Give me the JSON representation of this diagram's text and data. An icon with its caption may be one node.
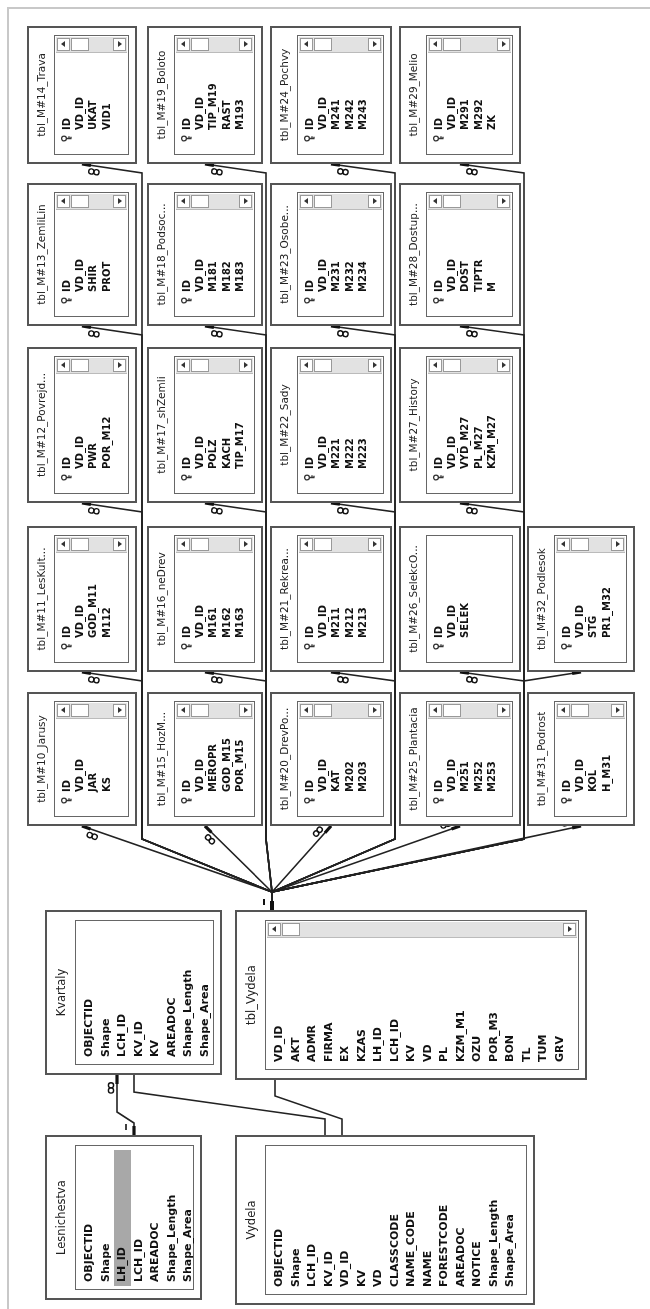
{
  "diagram": {
    "nodes": [
      {
        "text": [
          "Lesnichestva",
          "OBJECTID",
          "Shape",
          "LH_ID",
          "LCH_ID",
          "AREADOC",
          "Shape_Length",
          "Shape_Area"
        ]
      },
      {
        "text": [
          "Kvartaly",
          "OBJECTID",
          "Shape",
          "LCH_ID",
          "KV_ID",
          "KV",
          "AREADOC",
          "Shape_Length",
          "Shape_Area"
        ]
      },
      {
        "text": [
          "Vydela",
          "OBJECTID",
          "Shape",
          "LCH_ID",
          "KV_ID",
          "VD_ID",
          "KV",
          "VD",
          "CLASSCODE",
          "NAME_CODE",
          "NAME",
          "FORESTCODE",
          "AREADOC",
          "NOTICE",
          "Shape_Length",
          "Shape_Area"
        ]
      },
      {
        "text": [
          "tbl_Vydela",
          "VD_ID",
          "AKT",
          "ADMR",
          "FIRMA",
          "EX",
          "KZAS",
          "LH_ID",
          "LCH_ID",
          "KV",
          "VD",
          "PL",
          "KZM_M1",
          "OZU",
          "POR_M3",
          "BON",
          "TL",
          "TUM",
          "GRV"
        ]
      },
      {
        "text": [
          "tbl_M#10_Jarusy",
          "ID",
          "VD_ID",
          "JAR",
          "KS"
        ]
      },
      {
        "text": [
          "tbl_M#11_LesKult...",
          "ID",
          "VD_ID",
          "GOD_M11",
          "M112"
        ]
      },
      {
        "text": [
          "tbl_M#12_Povrejd...",
          "ID",
          "VD_ID",
          "PWR",
          "POR_M12"
        ]
      },
      {
        "text": [
          "tbl_M#13_ZemliLin",
          "ID",
          "VD_ID",
          "SHIR",
          "PROT"
        ]
      },
      {
        "text": [
          "tbl_M#14_Trava",
          "ID",
          "VD_ID",
          "UKAT",
          "VID1"
        ]
      },
      {
        "text": [
          "tbl_M#15_HozM...",
          "ID",
          "VD_ID",
          "MEROPR",
          "GOD_M15",
          "POR_M15"
        ]
      },
      {
        "text": [
          "tbl_M#16_neDrev",
          "ID",
          "VD_ID",
          "M161",
          "M162",
          "M163"
        ]
      },
      {
        "text": [
          "tbl_M#17_shZemli",
          "ID",
          "VD_ID",
          "POLZ",
          "KACH",
          "TIP_M17"
        ]
      },
      {
        "text": [
          "tbl_M#18_Podsoc...",
          "ID",
          "VD_ID",
          "M181",
          "M182",
          "M183"
        ]
      },
      {
        "text": [
          "tbl_M#19_Boloto",
          "ID",
          "VD_ID",
          "TIP_M19",
          "RAST",
          "M193"
        ]
      },
      {
        "text": [
          "tbl_M#20_DrevPo...",
          "ID",
          "VD_ID",
          "KAT",
          "M202",
          "M203"
        ]
      },
      {
        "text": [
          "tbl_M#21_Rekrea...",
          "ID",
          "VD_ID",
          "M211",
          "M212",
          "M213"
        ]
      },
      {
        "text": [
          "tbl_M#22_Sady",
          "ID",
          "VD_ID",
          "M221",
          "M222",
          "M223"
        ]
      },
      {
        "text": [
          "tbl_M#23_Osobe...",
          "ID",
          "VD_ID",
          "M231",
          "M232",
          "M234"
        ]
      },
      {
        "text": [
          "tbl_M#24_Pochvy",
          "ID",
          "VD_ID",
          "M241",
          "M242",
          "M243"
        ]
      },
      {
        "text": [
          "tbl_M#25_Plantacia",
          "ID",
          "VD_ID",
          "M251",
          "M252",
          "M253"
        ]
      },
      {
        "text": [
          "tbl_M#26_SelekcO...",
          "ID",
          "VD_ID",
          "SELEK"
        ]
      },
      {
        "text": [
          "tbl_M#27_History",
          "ID",
          "VD_ID",
          "VYD_M27",
          "PL_M27",
          "KZM_M27"
        ]
      },
      {
        "text": [
          "tbl_M#28_Dostup...",
          "ID",
          "VD_ID",
          "DOST",
          "TIPTR",
          "M"
        ]
      },
      {
        "text": [
          "tbl_M#29_Melio",
          "ID",
          "VD_ID",
          "M291",
          "M292",
          "ZK"
        ]
      },
      {
        "text": [
          "tbl_M#31_Podrost",
          "ID",
          "VD_ID",
          "KOL",
          "H_M31"
        ]
      },
      {
        "text": [
          "tbl_M#32_Podlesok",
          "ID",
          "VD_ID",
          "STG",
          "PR1_M32"
        ]
      }
    ],
    "edges": [
      {
        "from": 0,
        "to": 1,
        "arrow": "other"
      },
      {
        "from": 1,
        "to": 2,
        "arrow": "none"
      },
      {
        "from": 3,
        "to": 2,
        "arrow": "none"
      },
      {
        "from": 3,
        "to": 4,
        "arrow": "other"
      },
      {
        "from": 3,
        "to": 5,
        "arrow": "other"
      },
      {
        "from": 3,
        "to": 6,
        "arrow": "other"
      },
      {
        "from": 3,
        "to": 7,
        "arrow": "other"
      },
      {
        "from": 3,
        "to": 8,
        "arrow": "other"
      },
      {
        "from": 3,
        "to": 9,
        "arrow": "other"
      },
      {
        "from": 3,
        "to": 10,
        "arrow": "other"
      },
      {
        "from": 3,
        "to": 11,
        "arrow": "other"
      },
      {
        "from": 3,
        "to": 12,
        "arrow": "other"
      },
      {
        "from": 3,
        "to": 13,
        "arrow": "other"
      },
      {
        "from": 3,
        "to": 14,
        "arrow": "other"
      },
      {
        "from": 3,
        "to": 15,
        "arrow": "other"
      },
      {
        "from": 3,
        "to": 16,
        "arrow": "other"
      },
      {
        "from": 3,
        "to": 17,
        "arrow": "other"
      },
      {
        "from": 3,
        "to": 18,
        "arrow": "other"
      },
      {
        "from": 3,
        "to": 19,
        "arrow": "other"
      },
      {
        "from": 3,
        "to": 20,
        "arrow": "other"
      },
      {
        "from": 3,
        "to": 21,
        "arrow": "other"
      },
      {
        "from": 3,
        "to": 22,
        "arrow": "other"
      },
      {
        "from": 3,
        "to": 23,
        "arrow": "other"
      },
      {
        "from": 3,
        "to": 24,
        "arrow": "other"
      },
      {
        "from": 3,
        "to": 25,
        "arrow": "other"
      }
    ]
  }
}
